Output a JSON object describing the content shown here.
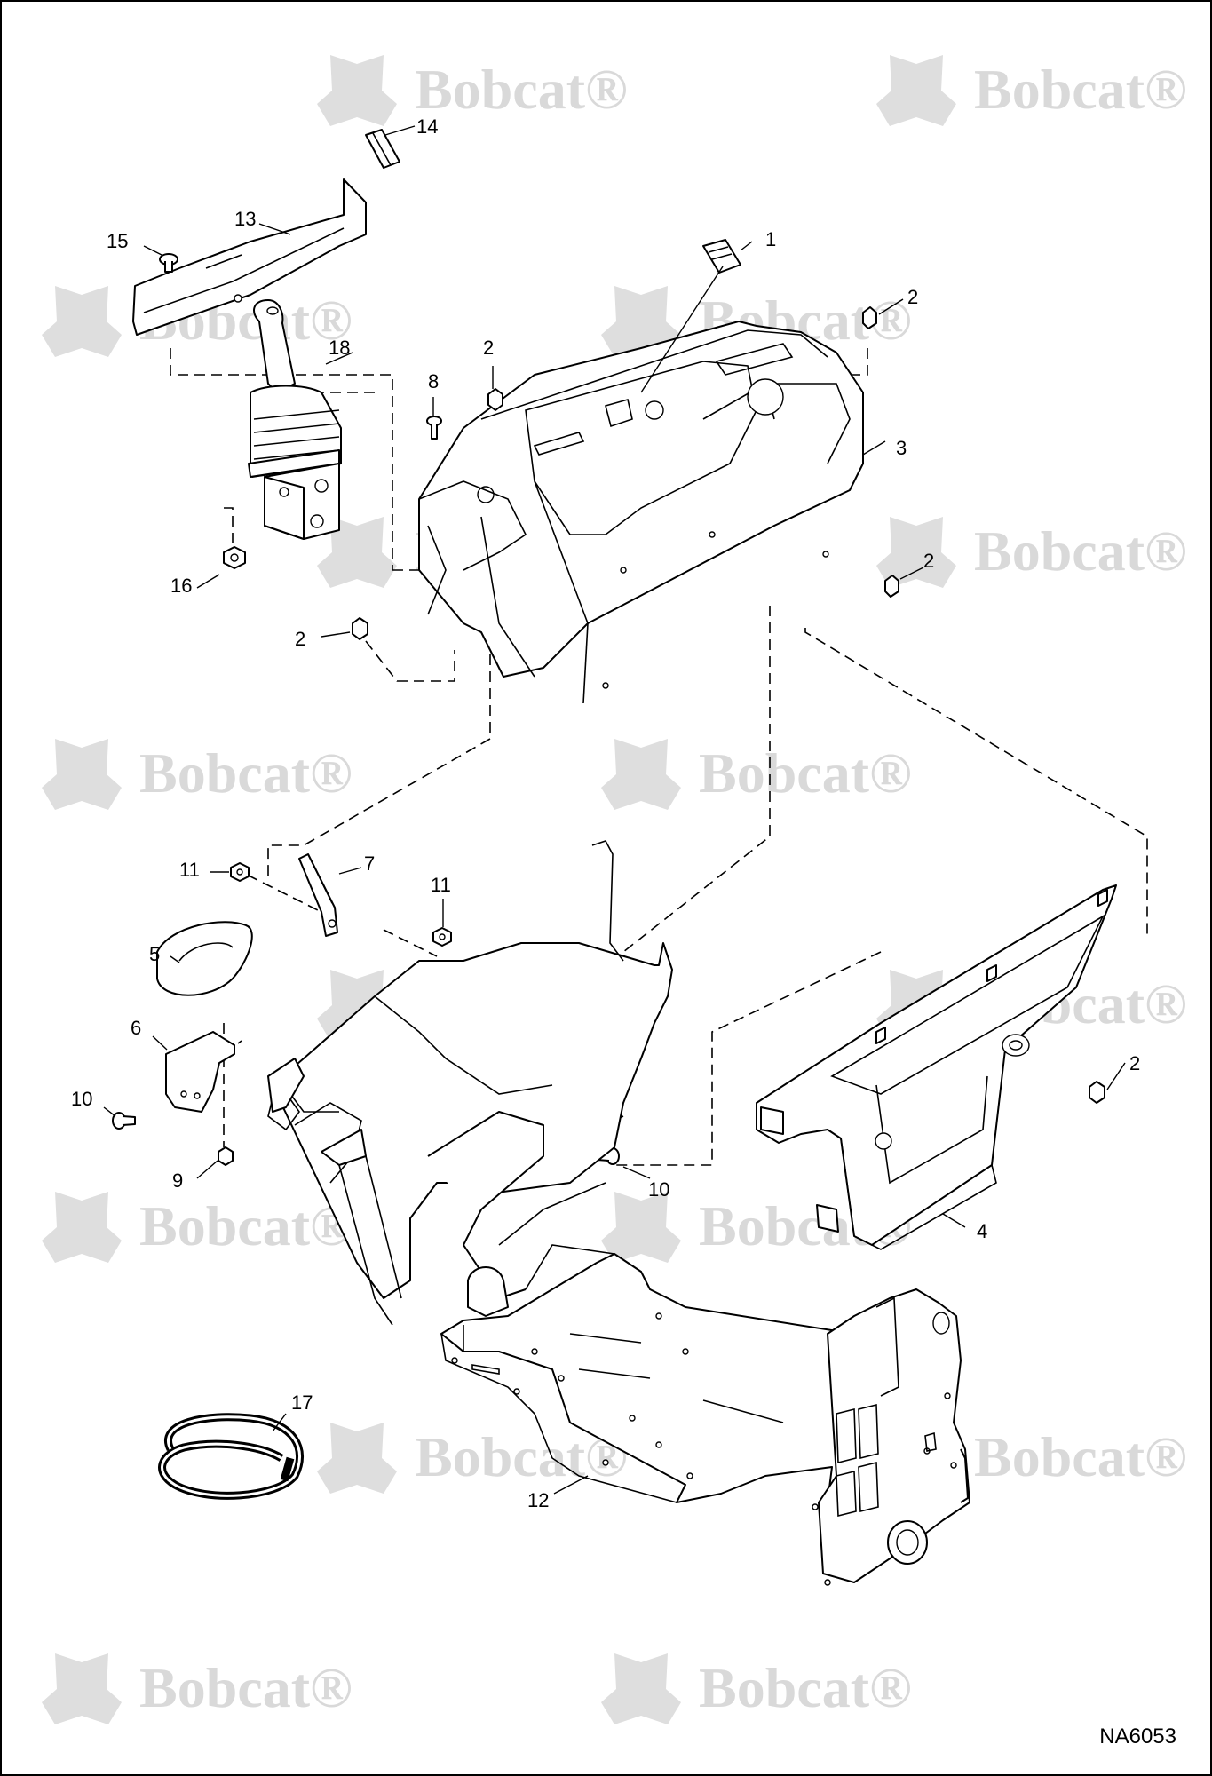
{
  "watermark": {
    "text": "Bobcat",
    "mark": "®",
    "color": "#d9d9d9"
  },
  "callouts": [
    {
      "id": "c1",
      "label": "1"
    },
    {
      "id": "c2a",
      "label": "2"
    },
    {
      "id": "c2b",
      "label": "2"
    },
    {
      "id": "c2c",
      "label": "2"
    },
    {
      "id": "c2d",
      "label": "2"
    },
    {
      "id": "c2e",
      "label": "2"
    },
    {
      "id": "c3",
      "label": "3"
    },
    {
      "id": "c4",
      "label": "4"
    },
    {
      "id": "c5",
      "label": "5"
    },
    {
      "id": "c6",
      "label": "6"
    },
    {
      "id": "c7",
      "label": "7"
    },
    {
      "id": "c8",
      "label": "8"
    },
    {
      "id": "c9",
      "label": "9"
    },
    {
      "id": "c10a",
      "label": "10"
    },
    {
      "id": "c10b",
      "label": "10"
    },
    {
      "id": "c11a",
      "label": "11"
    },
    {
      "id": "c11b",
      "label": "11"
    },
    {
      "id": "c12",
      "label": "12"
    },
    {
      "id": "c13",
      "label": "13"
    },
    {
      "id": "c14",
      "label": "14"
    },
    {
      "id": "c15",
      "label": "15"
    },
    {
      "id": "c16",
      "label": "16"
    },
    {
      "id": "c17",
      "label": "17"
    },
    {
      "id": "c18",
      "label": "18"
    }
  ],
  "drawing_number": "NA6053"
}
